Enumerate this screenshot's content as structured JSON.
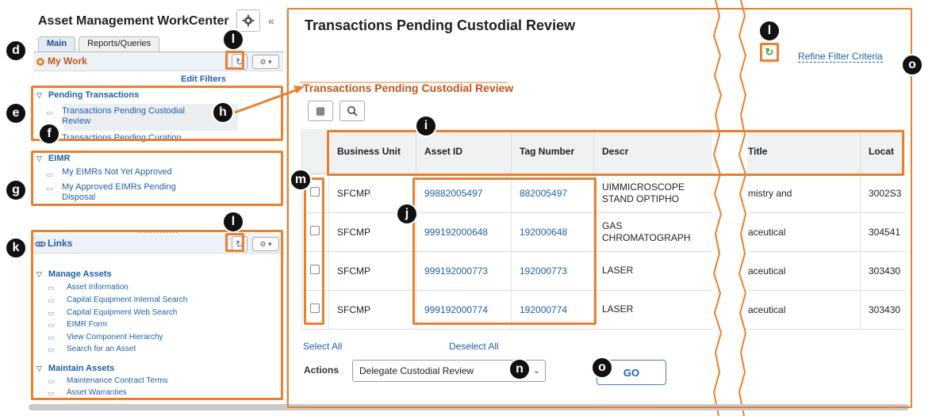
{
  "sidebar": {
    "title": "Asset Management WorkCenter",
    "collapse_glyph": "«",
    "tabs": [
      {
        "label": "Main"
      },
      {
        "label": "Reports/Queries"
      }
    ],
    "my_work": {
      "title": "My Work",
      "edit_filters": "Edit Filters",
      "groups": [
        {
          "label": "Pending Transactions",
          "items": [
            "Transactions Pending Custodial Review",
            "Transactions Pending Curation"
          ]
        },
        {
          "label": "EIMR",
          "items": [
            "My EIMRs Not Yet Approved",
            "My Approved EIMRs Pending Disposal"
          ]
        }
      ]
    },
    "links": {
      "title": "Links",
      "groups": [
        {
          "label": "Manage Assets",
          "items": [
            "Asset Information",
            "Capital Equipment Internal Search",
            "Capital Equipment Web Search",
            "EIMR Form",
            "View Component Hierarchy",
            "Search for an Asset"
          ]
        },
        {
          "label": "Maintain Assets",
          "items": [
            "Maintenance Contract Terms",
            "Asset Warranties"
          ]
        }
      ]
    }
  },
  "main": {
    "title": "Transactions Pending Custodial Review",
    "subtitle": "Transactions Pending Custodial Review",
    "refine_filter": "Refine Filter Criteria",
    "grid": {
      "headers": [
        "Business Unit",
        "Asset ID",
        "Tag Number",
        "Descr",
        "Title",
        "Locat"
      ],
      "rows": [
        {
          "bu": "SFCMP",
          "asset_id": "99882005497",
          "tag": "882005497",
          "descr": "UIMMICROSCOPE STAND OPTIPHO",
          "title": "mistry and",
          "loc": "3002S3"
        },
        {
          "bu": "SFCMP",
          "asset_id": "999192000648",
          "tag": "192000648",
          "descr": "GAS CHROMATOGRAPH",
          "title": "aceutical",
          "loc": "304541"
        },
        {
          "bu": "SFCMP",
          "asset_id": "999192000773",
          "tag": "192000773",
          "descr": "LASER",
          "title": "aceutical",
          "loc": "303430"
        },
        {
          "bu": "SFCMP",
          "asset_id": "999192000774",
          "tag": "192000774",
          "descr": "LASER",
          "title": "aceutical",
          "loc": "303430"
        }
      ]
    },
    "select_all": "Select All",
    "deselect_all": "Deselect All",
    "actions_label": "Actions",
    "actions_value": "Delegate Custodial Review",
    "go_label": "GO"
  },
  "annotations": {
    "d": "d",
    "e": "e",
    "f": "f",
    "g": "g",
    "h": "h",
    "i": "i",
    "j": "j",
    "k": "k",
    "l": "l",
    "m": "m",
    "n": "n",
    "o": "o"
  },
  "colors": {
    "accent_orange": "#e8812f",
    "link_blue": "#1f5fa8",
    "title_orange": "#c0561a"
  }
}
